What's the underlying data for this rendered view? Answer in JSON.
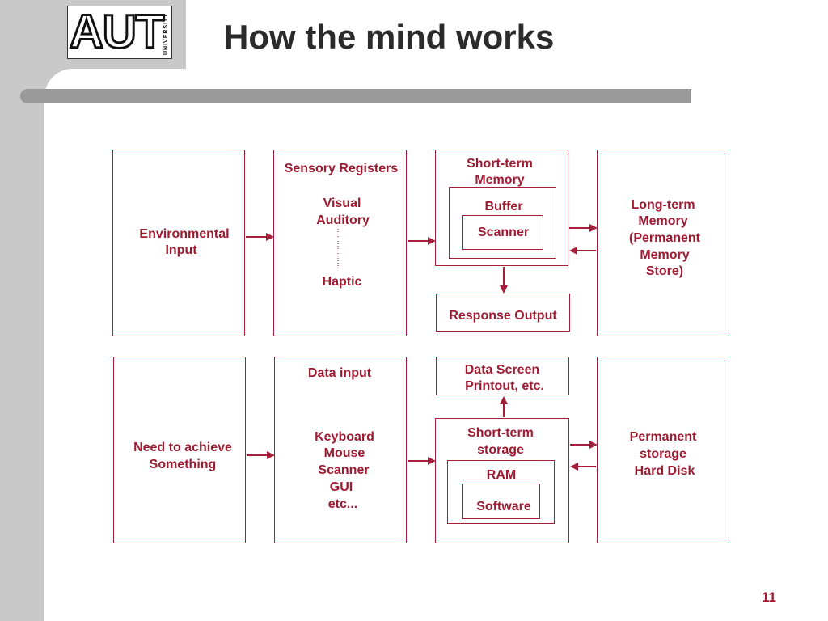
{
  "slide": {
    "title": "How the mind works",
    "logo_text": "AUT",
    "logo_subtext": "UNIVERSITY",
    "page_number": "11"
  },
  "mind": {
    "environmental_input": [
      "Environmental",
      "Input"
    ],
    "sensory_registers": "Sensory Registers",
    "visual": "Visual",
    "auditory": "Auditory",
    "haptic": "Haptic",
    "short_term_memory": [
      "Short-term",
      "Memory"
    ],
    "buffer": "Buffer",
    "scanner": "Scanner",
    "response_output": "Response Output",
    "long_term_memory": [
      "Long-term",
      "Memory",
      "(Permanent",
      "Memory",
      "Store)"
    ]
  },
  "computer": {
    "need": [
      "Need to achieve",
      "Something"
    ],
    "data_input": "Data input",
    "devices": [
      "Keyboard",
      "Mouse",
      "Scanner",
      "GUI",
      "etc..."
    ],
    "data_screen": [
      "Data Screen",
      "Printout, etc."
    ],
    "short_term_storage": [
      "Short-term",
      "storage"
    ],
    "ram": "RAM",
    "software": "Software",
    "permanent_storage": [
      "Permanent",
      "storage",
      "Hard Disk"
    ]
  },
  "colors": {
    "accent": "#9e1b32",
    "band": "#c8c8c8",
    "bar": "#9a9a9a"
  }
}
